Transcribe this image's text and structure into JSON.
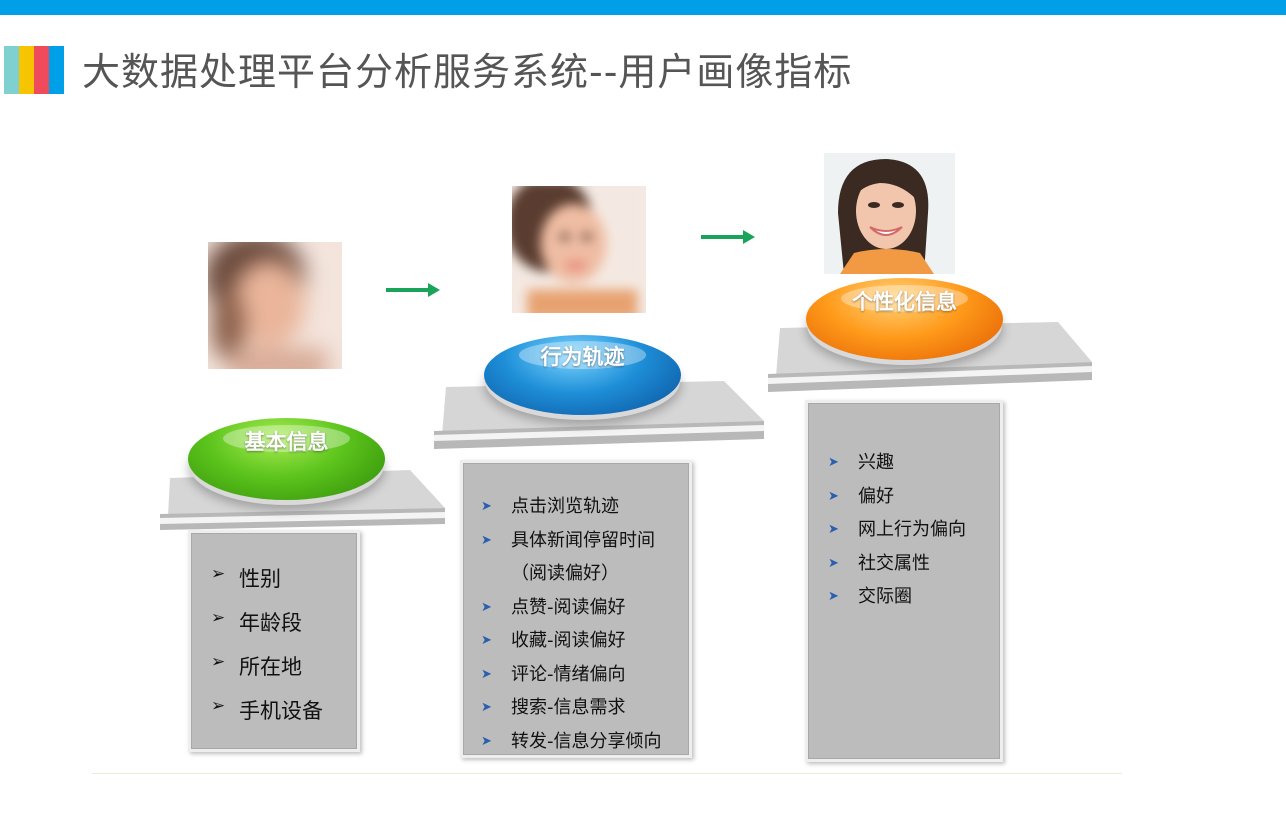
{
  "page": {
    "title": "大数据处理平台分析服务系统--用户画像指标",
    "accent_color": "#00a0e9",
    "logo_colors": [
      "#7fd1d0",
      "#f6c400",
      "#f04a5d",
      "#00a0e9"
    ]
  },
  "stages": [
    {
      "label": "基本信息",
      "button_color": "#5cc41c",
      "items": [
        "性别",
        "年龄段",
        "所在地",
        "手机设备"
      ]
    },
    {
      "label": "行为轨迹",
      "button_color": "#1e8fd8",
      "items": [
        "点击浏览轨迹",
        "具体新闻停留时间",
        "（阅读偏好）",
        "点赞-阅读偏好",
        "收藏-阅读偏好",
        "评论-情绪偏向",
        "搜索-信息需求",
        "转发-信息分享倾向"
      ]
    },
    {
      "label": "个性化信息",
      "button_color": "#ff9a1a",
      "items": [
        "兴趣",
        "偏好",
        "网上行为偏向",
        "社交属性",
        "交际圈"
      ]
    }
  ],
  "icons": {
    "logo": "color-bars-logo",
    "arrow": "right-arrow-icon",
    "bullet_basic": "arrowhead-bullet-icon",
    "bullet_list": "triangle-bullet-icon"
  }
}
